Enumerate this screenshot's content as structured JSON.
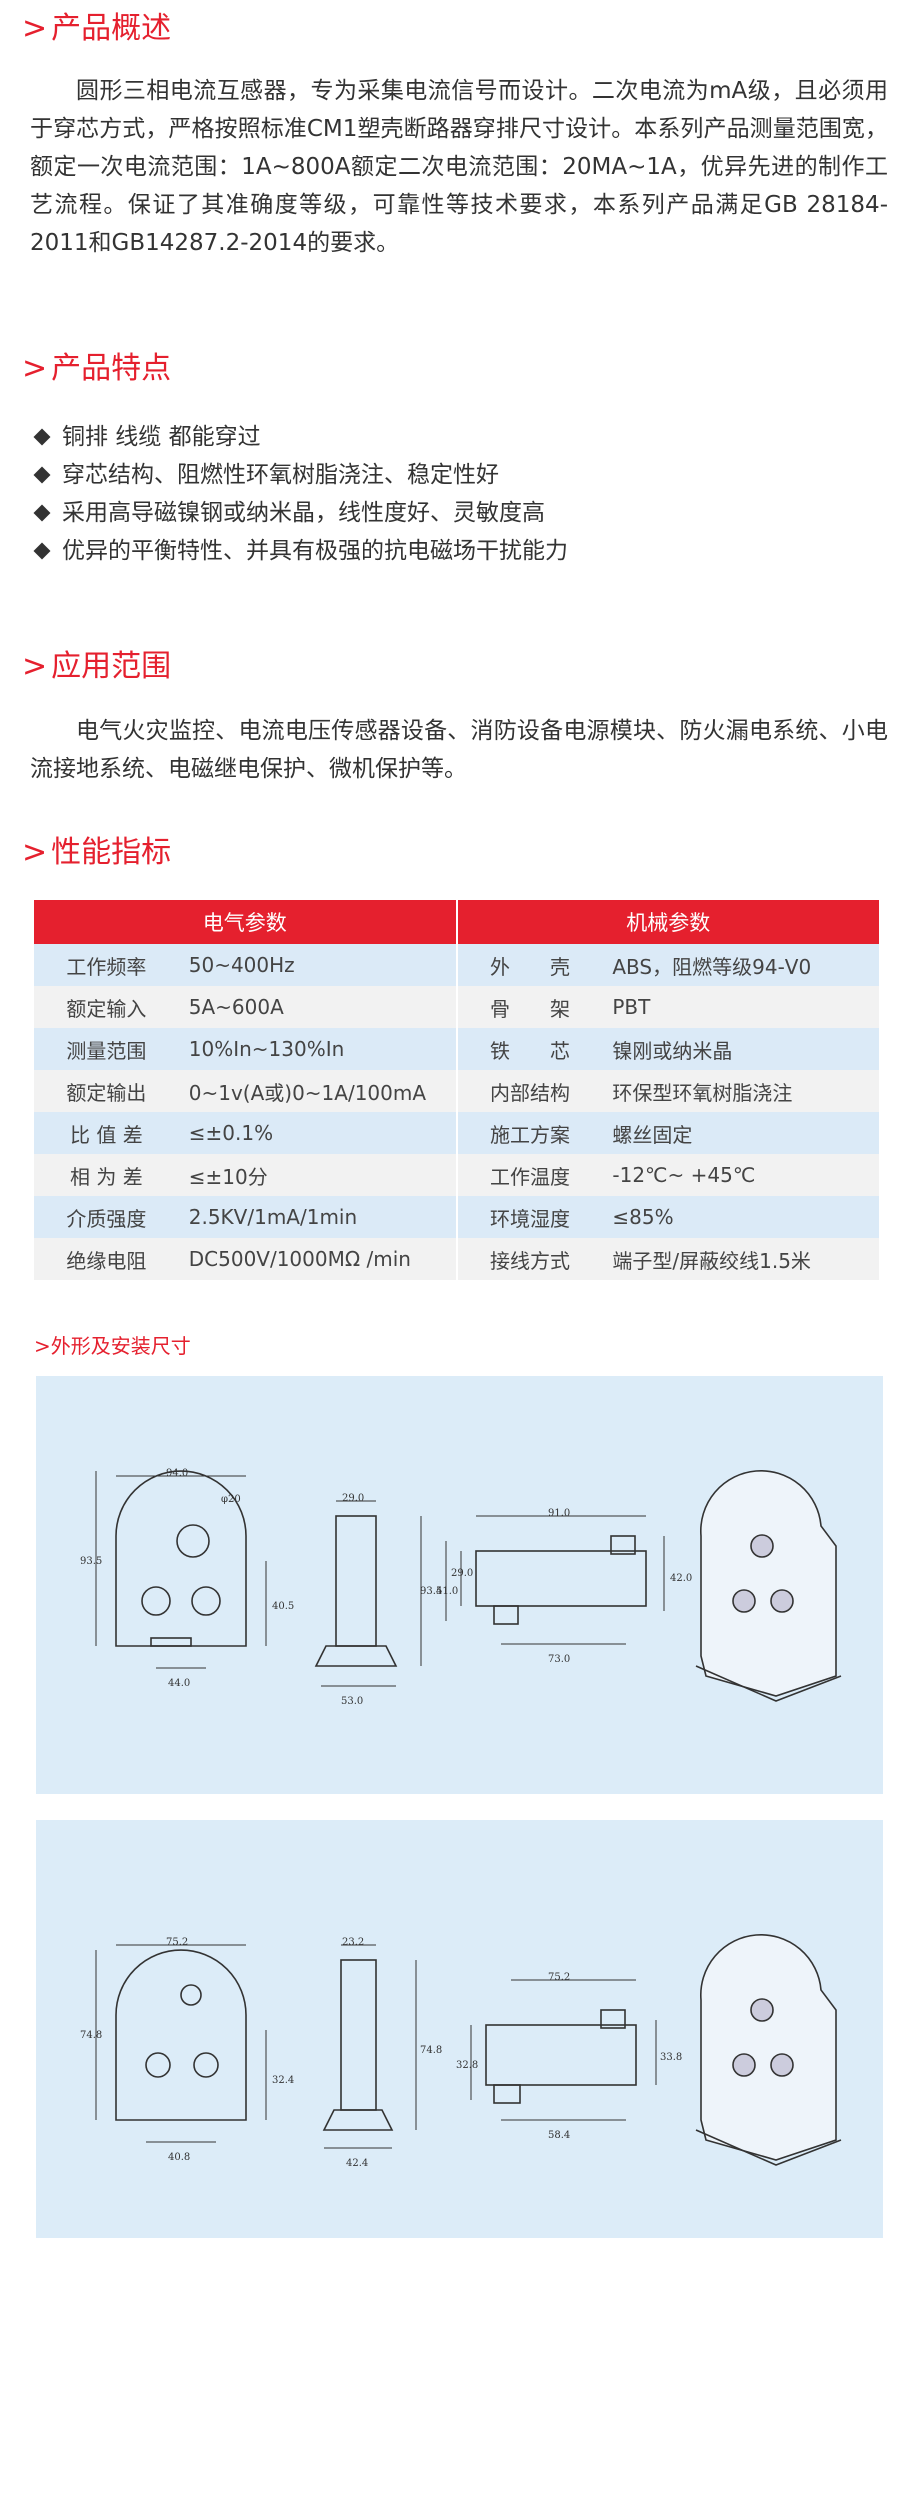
{
  "overview": {
    "title": "产品概述",
    "text": "圆形三相电流互感器，专为采集电流信号而设计。二次电流为mA级，且必须用于穿芯方式，严格按照标准CM1塑壳断路器穿排尺寸设计。本系列产品测量范围宽，额定一次电流范围：1A~800A额定二次电流范围：20MA~1A，优异先进的制作工艺流程。保证了其准确度等级，可靠性等技术要求，本系列产品满足GB 28184-2011和GB14287.2-2014的要求。"
  },
  "features": {
    "title": "产品特点",
    "items": [
      "铜排 线缆 都能穿过",
      "穿芯结构、阻燃性环氧树脂浇注、稳定性好",
      "采用高导磁镍钢或纳米晶，线性度好、灵敏度高",
      "优异的平衡特性、并具有极强的抗电磁场干扰能力"
    ]
  },
  "application": {
    "title": "应用范围",
    "text": "电气火灾监控、电流电压传感器设备、消防设备电源模块、防火漏电系统、小电流接地系统、电磁继电保护、微机保护等。"
  },
  "performance": {
    "title": "性能指标",
    "headers": [
      "电气参数",
      "机械参数"
    ],
    "rows": [
      [
        "工作频率",
        "50~400Hz",
        "外　　壳",
        "ABS，阻燃等级94-V0"
      ],
      [
        "额定输入",
        "5A~600A",
        "骨　　架",
        "PBT"
      ],
      [
        "测量范围",
        "10%In~130%In",
        "铁　　芯",
        "镍刚或纳米晶"
      ],
      [
        "额定输出",
        "0~1v(A或)0~1A/100mA",
        "内部结构",
        "环保型环氧树脂浇注"
      ],
      [
        "比 值 差",
        "≤±0.1%",
        "施工方案",
        "螺丝固定"
      ],
      [
        "相 为 差",
        "≤±10分",
        "工作温度",
        "-12℃~ +45℃"
      ],
      [
        "介质强度",
        "2.5KV/1mA/1min",
        "环境湿度",
        "≤85%"
      ],
      [
        "绝缘电阻",
        "DC500V/1000MΩ /min",
        "接线方式",
        "端子型/屏蔽绞线1.5米"
      ]
    ]
  },
  "dimensions": {
    "title": "外形及安装尺寸",
    "drawing1": [
      "94.0",
      "φ20",
      "93.5",
      "40.5",
      "44.0",
      "29.0",
      "93.5",
      "53.0",
      "91.0",
      "29.0",
      "41.0",
      "42.0",
      "73.0"
    ],
    "drawing2": [
      "75.2",
      "74.8",
      "32.4",
      "40.8",
      "23.2",
      "74.8",
      "42.4",
      "75.2",
      "32.8",
      "33.8",
      "58.4"
    ]
  },
  "colors": {
    "accent": "#e5202e",
    "panel": "#dcecf8",
    "rowBlue": "#dbeaf7",
    "rowGray": "#f2f2f2"
  }
}
